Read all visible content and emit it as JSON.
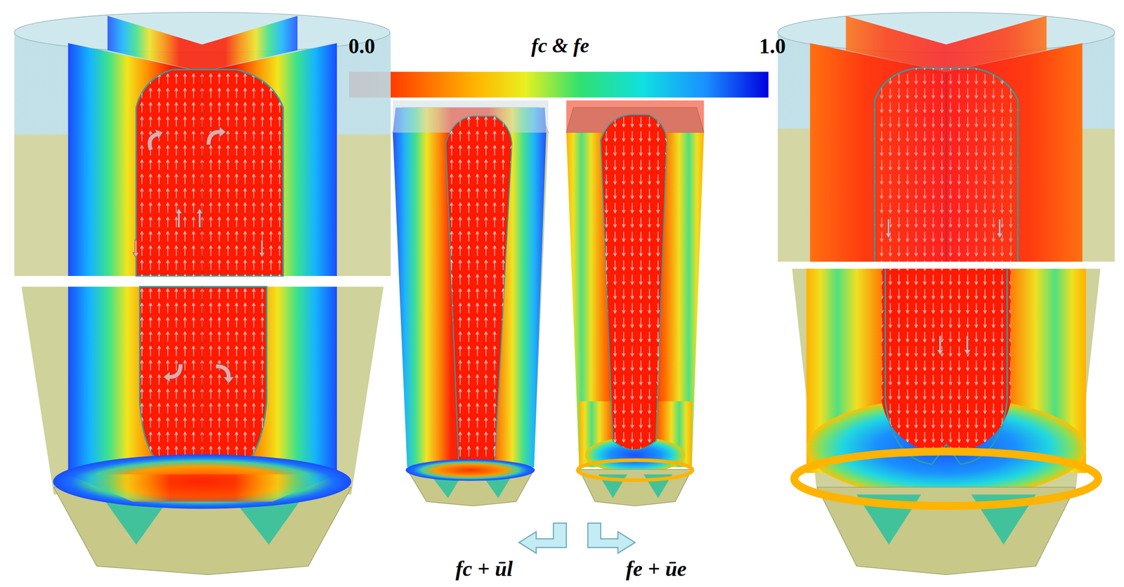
{
  "diagram": {
    "labels": [
      "0.0",
      "fc & fe",
      "1.0",
      "fc + ūl",
      "fe + ūe"
    ]
  }
}
